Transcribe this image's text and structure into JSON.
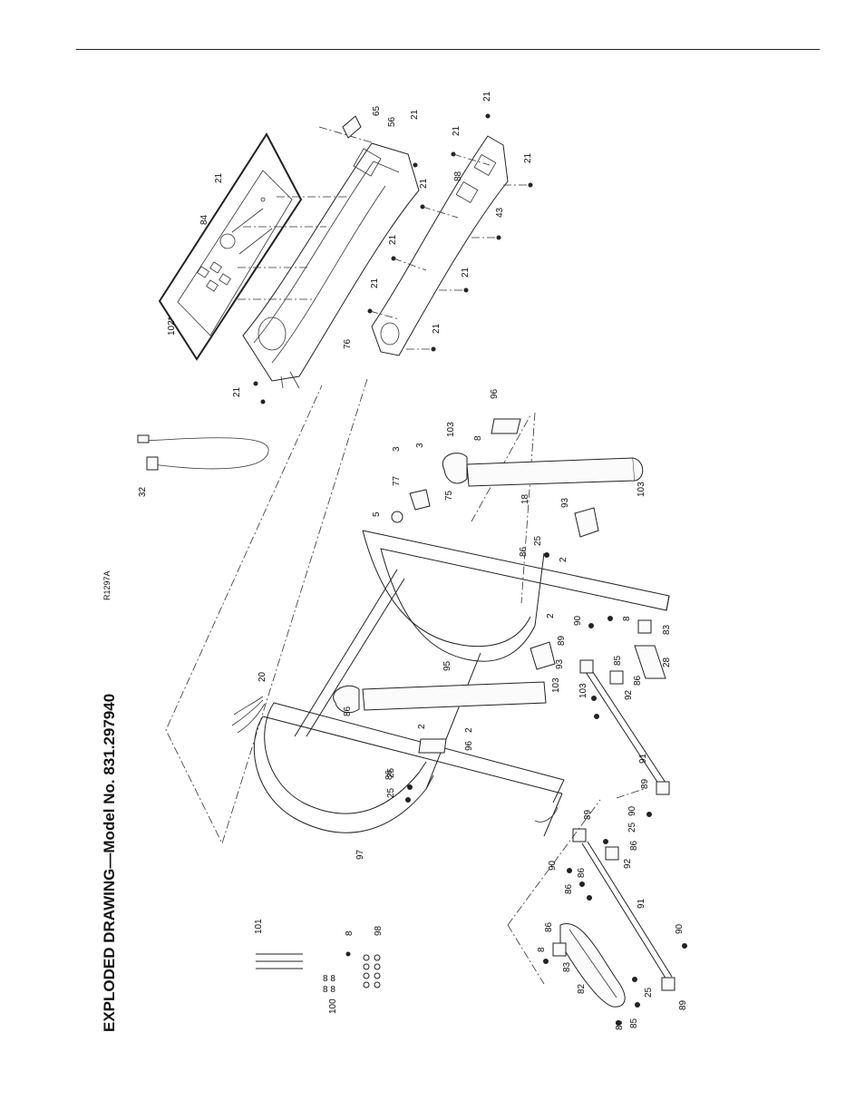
{
  "title": "EXPLODED DRAWING—Model No. 831.297940",
  "drawing_ref": "R1297A",
  "labels": [
    "21",
    "65",
    "56",
    "21",
    "21",
    "21",
    "84",
    "88",
    "21",
    "21",
    "21",
    "43",
    "102*",
    "21",
    "21",
    "76",
    "21",
    "21",
    "96",
    "8",
    "103",
    "3",
    "3",
    "77",
    "5",
    "75",
    "32",
    "18",
    "103",
    "93",
    "86",
    "25",
    "2",
    "2",
    "90",
    "8",
    "83",
    "89",
    "93",
    "28",
    "85",
    "86",
    "92",
    "20",
    "95",
    "103",
    "86",
    "25",
    "103",
    "2",
    "2",
    "96",
    "86",
    "25",
    "91",
    "89",
    "90",
    "97",
    "89",
    "25",
    "86",
    "92",
    "90",
    "86",
    "86",
    "91",
    "90",
    "101",
    "8",
    "98",
    "86",
    "8",
    "83",
    "100",
    "82",
    "25",
    "89",
    "80",
    "85"
  ]
}
